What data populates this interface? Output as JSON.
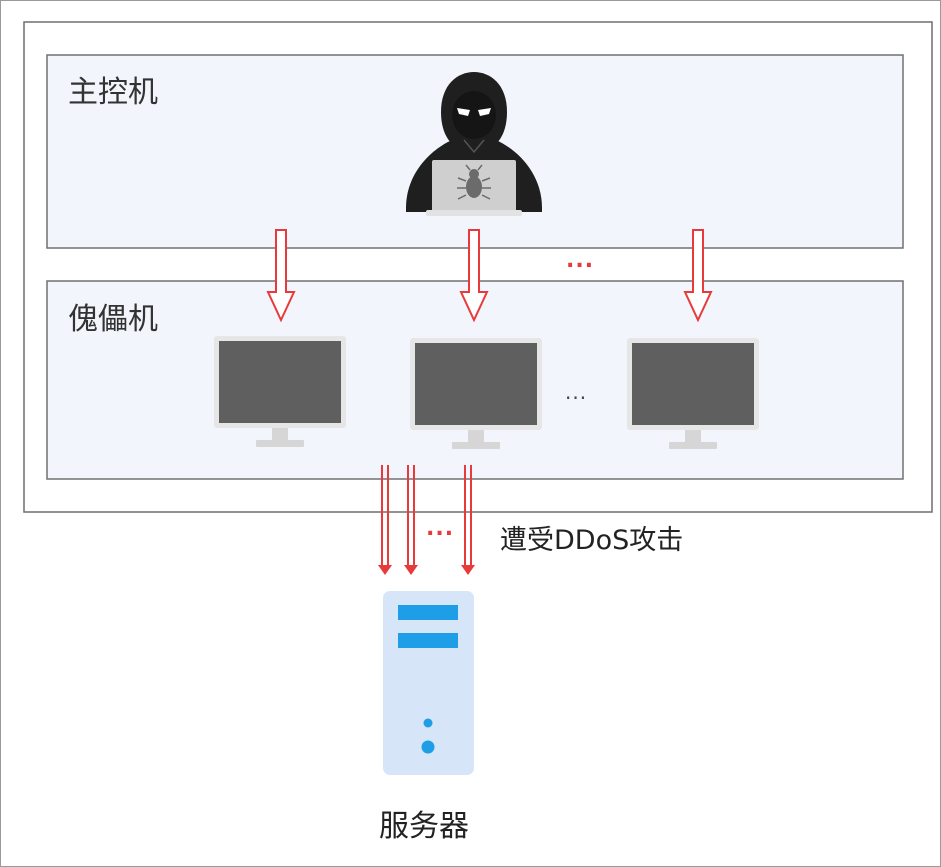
{
  "zones": {
    "controller_label": "主控机",
    "bots_label": "傀儡机"
  },
  "bots": {
    "ellipsis": "...",
    "arrows_ellipsis": "...",
    "attack_ellipsis": "..."
  },
  "attack": {
    "label": "遭受DDoS攻击"
  },
  "server": {
    "label": "服务器"
  },
  "icons": {
    "attacker": "hacker-icon",
    "bot": "monitor-icon",
    "target": "server-icon",
    "bug": "bug-icon"
  },
  "colors": {
    "zone_fill": "#f2f5fb",
    "arrow_red": "#e83a3a",
    "monitor_gray": "#5f5f5f",
    "server_fill": "#d6e6f8",
    "server_accent": "#1e9ee6"
  }
}
